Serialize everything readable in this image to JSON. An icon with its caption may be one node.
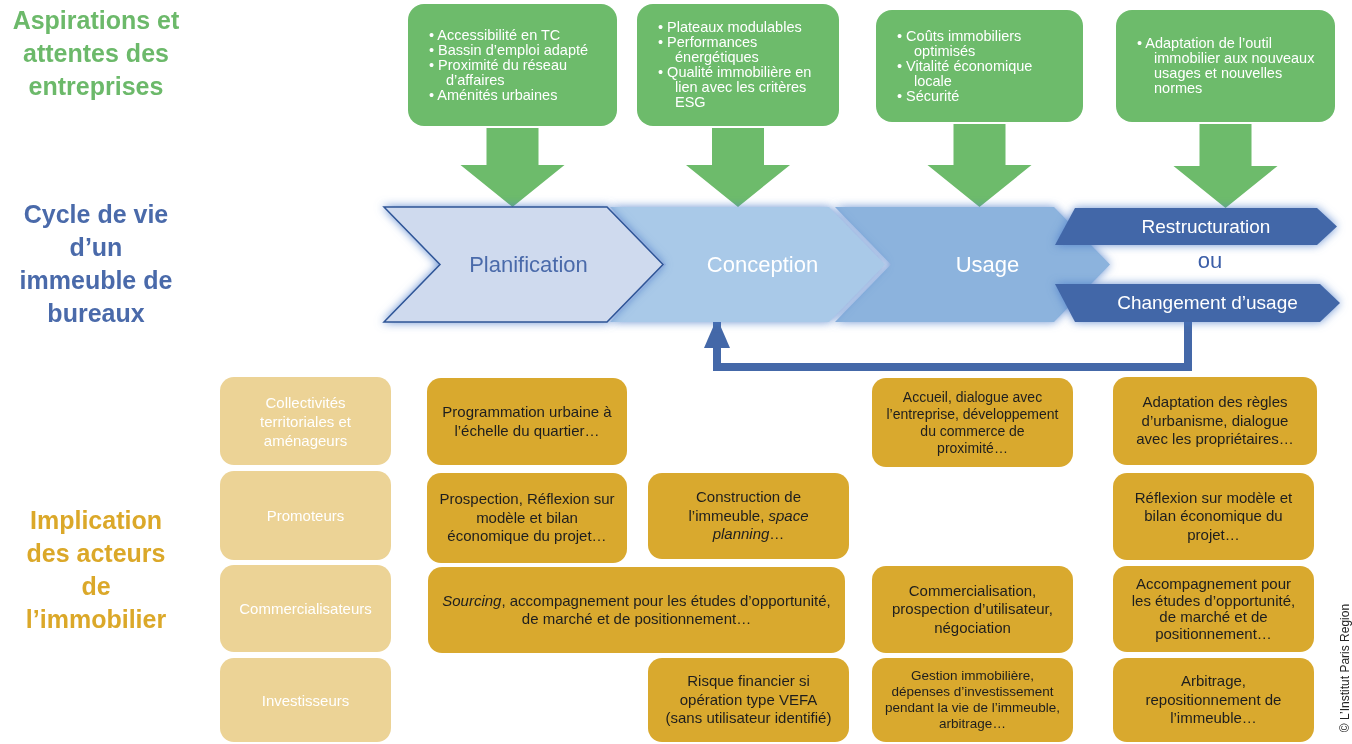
{
  "diagram": {
    "nodes": [
      {
        "text": [
          "• Accessibilité en TC",
          "• Bassin d’emploi adapté",
          "• Proximité du réseau d’affaires",
          "• Aménités urbaines"
        ]
      },
      {
        "text": [
          "• Plateaux modulables",
          "• Performances énergétiques",
          "• Qualité immobilière en lien avec les critères ESG"
        ]
      },
      {
        "text": [
          "• Coûts immobiliers optimisés",
          "• Vitalité économique locale",
          "• Sécurité"
        ]
      },
      {
        "text": [
          "• Adaptation de l’outil immobilier aux nouveaux usages et nouvelles normes"
        ]
      },
      {
        "text": [
          "Planification"
        ]
      },
      {
        "text": [
          "Conception"
        ]
      },
      {
        "text": [
          "Usage"
        ]
      },
      {
        "text": [
          "Restructuration"
        ]
      },
      {
        "text": [
          "Changement d’usage"
        ]
      },
      {
        "text": [
          "Collectivités territoriales et aménageurs"
        ]
      },
      {
        "text": [
          "Promoteurs"
        ]
      },
      {
        "text": [
          "Commercialisateurs"
        ]
      },
      {
        "text": [
          "Investisseurs"
        ]
      },
      {
        "text": [
          "Programmation urbaine à l’échelle du quartier…"
        ]
      },
      {
        "text": [
          "Accueil, dialogue avec l’entreprise, développement du commerce de proximité…"
        ]
      },
      {
        "text": [
          "Adaptation des règles d’urbanisme, dialogue avec les propriétaires…"
        ]
      },
      {
        "text": [
          "Prospection, Réflexion sur modèle et bilan économique du projet…"
        ]
      },
      {
        "text": [
          "Construction de l’immeuble, *space planning*…"
        ]
      },
      {
        "text": [
          "Réflexion sur modèle et bilan économique du projet…"
        ]
      },
      {
        "text": [
          "*Sourcing*, accompagnement pour les études d’opportunité, de marché et de positionnement…"
        ]
      },
      {
        "text": [
          "Commercialisation, prospection d’utilisateur, négociation"
        ]
      },
      {
        "text": [
          "Accompagnement pour les études d’opportunité, de marché et de positionnement…"
        ]
      },
      {
        "text": [
          "Risque financier si opération type VEFA (sans utilisateur identifié)"
        ]
      },
      {
        "text": [
          "Gestion immobilière, dépenses d’investissement pendant la vie de l’immeuble, arbitrage…"
        ]
      },
      {
        "text": [
          "Arbitrage, repositionnement de l’immeuble…"
        ]
      }
    ],
    "edges": [
      {
        "from": 0,
        "to": 4,
        "arrow": "to",
        "style": "thick"
      },
      {
        "from": 1,
        "to": 5,
        "arrow": "to",
        "style": "thick"
      },
      {
        "from": 2,
        "to": 6,
        "arrow": "to",
        "style": "thick"
      },
      {
        "from": 3,
        "to": 7,
        "arrow": "to",
        "style": "thick"
      },
      {
        "from": 8,
        "to": 5,
        "arrow": "to",
        "color": "#4468a8"
      }
    ],
    "labels": [
      "Aspirations et attentes des entreprises",
      "Cycle de vie d’un immeuble de bureaux",
      "ou",
      "Implication des acteurs de l’immobilier",
      "© L’Institut Paris Region"
    ]
  }
}
